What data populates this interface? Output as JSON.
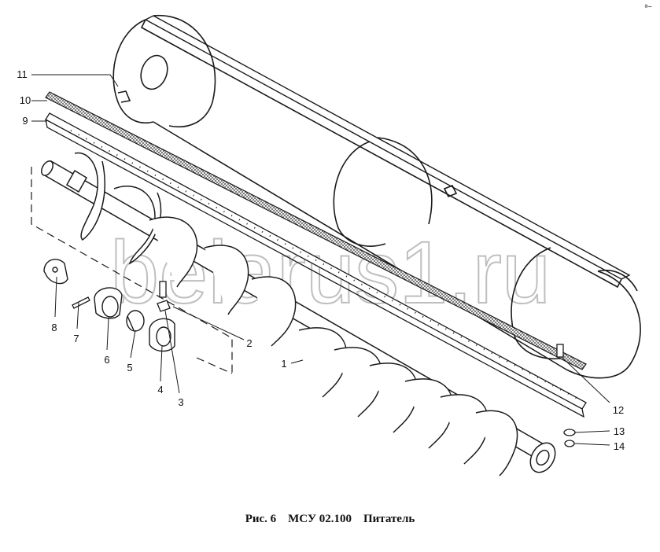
{
  "figure": {
    "caption": "Рис. 6    МСУ 02.100    Питатель",
    "watermark": "belarus1.ru",
    "corner_mark": "ᵃ~",
    "callouts": [
      "1",
      "2",
      "3",
      "4",
      "5",
      "6",
      "7",
      "8",
      "9",
      "10",
      "11",
      "12",
      "13",
      "14"
    ]
  },
  "colors": {
    "ink": "#1a1a1a",
    "watermark": "#b9b9b9",
    "background": "#ffffff"
  }
}
